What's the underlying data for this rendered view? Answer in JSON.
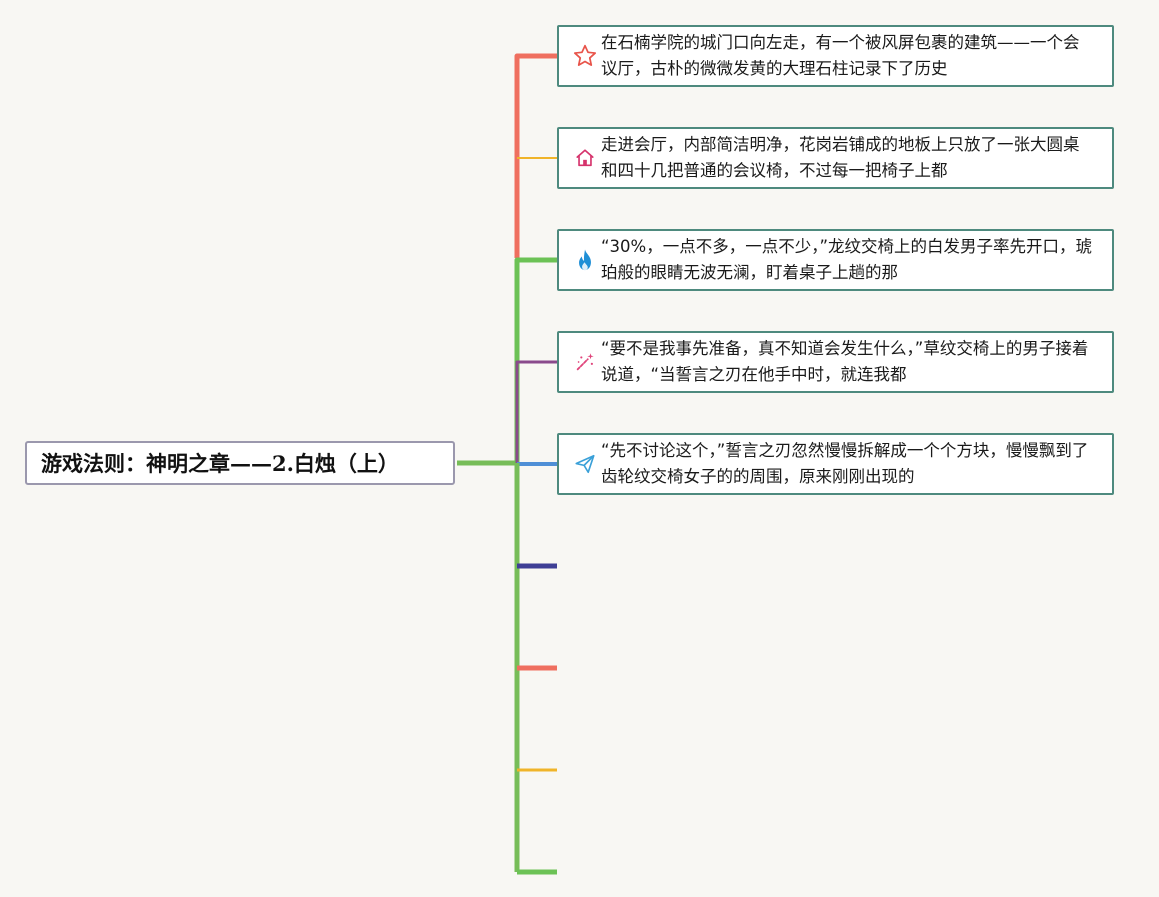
{
  "root": {
    "title": "游戏法则：神明之章——2.白烛（上）"
  },
  "children": [
    {
      "icon": "star-icon",
      "text": "在石楠学院的城门口向左走，有一个被风屏包裹的建筑——一个会议厅，古朴的微微发黄的大理石柱记录下了历史"
    },
    {
      "icon": "home-icon",
      "text": "走进会厅，内部简洁明净，花岗岩铺成的地板上只放了一张大圆桌和四十几把普通的会议椅，不过每一把椅子上都"
    },
    {
      "icon": "fire-icon",
      "text": "“30%，一点不多，一点不少，”龙纹交椅上的白发男子率先开口，琥珀般的眼睛无波无澜，盯着桌子上趟的那"
    },
    {
      "icon": "magic-wand-icon",
      "text": "“要不是我事先准备，真不知道会发生什么，”草纹交椅上的男子接着说道，“当誓言之刃在他手中时，就连我都"
    },
    {
      "icon": "paper-plane-icon",
      "text": "“先不讨论这个，”誓言之刃忽然慢慢拆解成一个个方块，慢慢飘到了齿轮纹交椅女子的的周围，原来刚刚出现的"
    }
  ],
  "colors": {
    "background": "#f8f7f3",
    "root_border": "#9b98ad",
    "child_border": "#4e8a7e",
    "trunk": "#77bd58",
    "branches": [
      "#ef6f5f",
      "#f0b429",
      "#6cc255",
      "#8a4a8c",
      "#4f8fd6",
      "#3f3f95",
      "#ef6f5f",
      "#f0b429",
      "#6cc255"
    ],
    "icon_star": "#e8544a",
    "icon_home": "#d6336c",
    "icon_fire": "#1f8fd6",
    "icon_wand": "#e0457b",
    "icon_plane": "#3aa0d8"
  }
}
